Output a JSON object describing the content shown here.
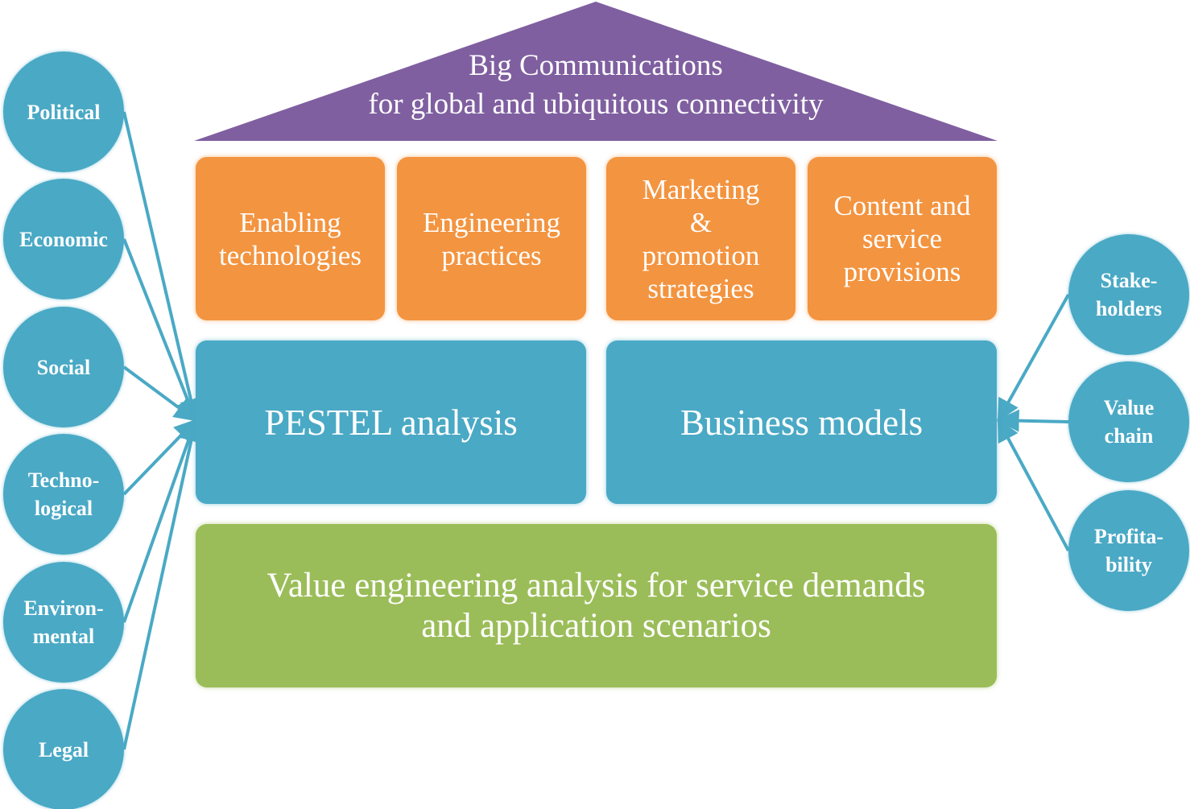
{
  "roof": {
    "line1": "Big Communications",
    "line2": "for global and ubiquitous connectivity"
  },
  "pillars": [
    {
      "label": "Enabling\ntechnologies"
    },
    {
      "label": "Engineering\npractices"
    },
    {
      "label": "Marketing\n&\npromotion\nstrategies"
    },
    {
      "label": "Content and\nservice\nprovisions"
    }
  ],
  "analysis": {
    "pestel": "PESTEL analysis",
    "business": "Business models"
  },
  "foundation": {
    "label": "Value engineering analysis for service demands\nand application scenarios"
  },
  "pestel_factors": [
    {
      "label": "Political"
    },
    {
      "label": "Economic"
    },
    {
      "label": "Social"
    },
    {
      "label": "Techno-\nlogical"
    },
    {
      "label": "Environ-\nmental"
    },
    {
      "label": "Legal"
    }
  ],
  "business_factors": [
    {
      "label": "Stake-\nholders"
    },
    {
      "label": "Value\nchain"
    },
    {
      "label": "Profita-\nbility"
    }
  ],
  "colors": {
    "roof": "#7f5fa0",
    "pillar": "#f39440",
    "analysis": "#4aa9c5",
    "foundation": "#9bbd59",
    "factor": "#4aa9c5",
    "connector": "#4aa9c5"
  }
}
